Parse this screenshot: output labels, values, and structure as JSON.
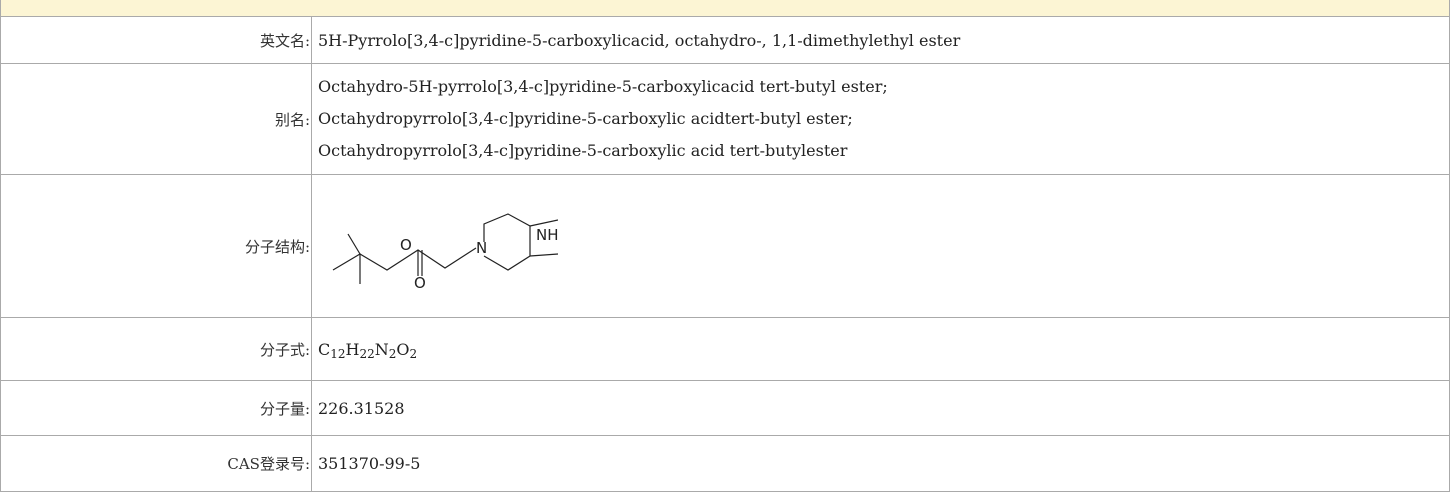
{
  "rows": {
    "english_name": {
      "label": "英文名:",
      "value": "5H-Pyrrolo[3,4-c]pyridine-5-carboxylicacid, octahydro-, 1,1-dimethylethyl ester"
    },
    "alias": {
      "label": "别名:",
      "values": [
        "Octahydro-5H-pyrrolo[3,4-c]pyridine-5-carboxylicacid tert-butyl ester;",
        "Octahydropyrrolo[3,4-c]pyridine-5-carboxylic acidtert-butyl ester;",
        "Octahydropyrrolo[3,4-c]pyridine-5-carboxylic acid tert-butylester"
      ]
    },
    "structure": {
      "label": "分子结构:",
      "atoms": {
        "o1": "O",
        "o2": "O",
        "n1": "N",
        "nh": "NH"
      }
    },
    "formula": {
      "label": "分子式:",
      "parts": [
        {
          "el": "C",
          "n": "12"
        },
        {
          "el": "H",
          "n": "22"
        },
        {
          "el": "N",
          "n": "2"
        },
        {
          "el": "O",
          "n": "2"
        }
      ]
    },
    "mol_weight": {
      "label": "分子量:",
      "value": "226.31528"
    },
    "cas": {
      "label": "CAS登录号:",
      "value": "351370-99-5"
    }
  }
}
